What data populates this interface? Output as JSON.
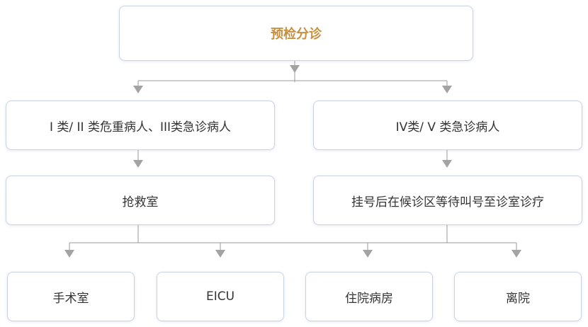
{
  "nodes": {
    "triage": "预检分诊",
    "level_1_3": "I 类/ II 类危重病人、III类急诊病人",
    "level_4_5": "IV类/ V 类急诊病人",
    "rescue_room": "抢救室",
    "queue_clinic": "挂号后在候诊区等待叫号至诊室诊疗",
    "operating_room": "手术室",
    "eicu": "EICU",
    "inpatient_ward": "住院病房",
    "discharge": "离院"
  },
  "colors": {
    "root_text": "#c98f3e",
    "node_text": "#333333",
    "node_border": "#c9d3e6",
    "connector": "#9a9a9a"
  }
}
